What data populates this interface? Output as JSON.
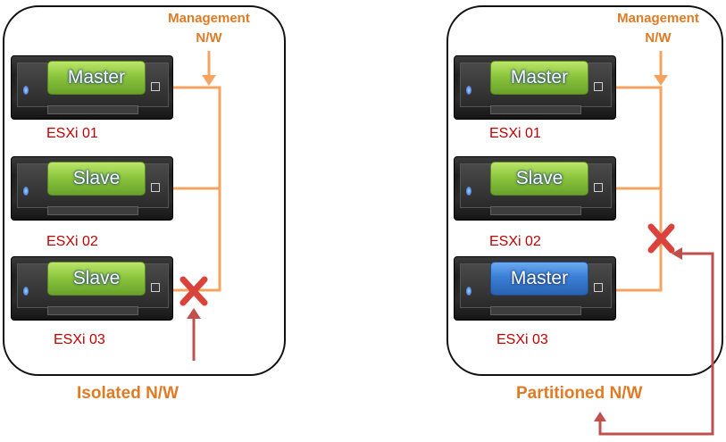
{
  "colors": {
    "network_line": "#f4a460",
    "management_text": "#e07b25",
    "host_label": "#c00000",
    "failure_x": "#d9433b",
    "link_arrow": "#c0504d",
    "slave_box": "#8cc63e",
    "master_isolated_box": "#8cc63e",
    "master_partition_box": "#3b7fd6"
  },
  "isolated": {
    "mgmt_line1": "Management",
    "mgmt_line2": "N/W",
    "caption": "Isolated N/W",
    "hosts": [
      {
        "role": "Master",
        "name": "ESXi 01",
        "color": "green"
      },
      {
        "role": "Slave",
        "name": "ESXi 02",
        "color": "green"
      },
      {
        "role": "Slave",
        "name": "ESXi 03",
        "color": "green"
      }
    ]
  },
  "partitioned": {
    "mgmt_line1": "Management",
    "mgmt_line2": "N/W",
    "caption": "Partitioned N/W",
    "hosts": [
      {
        "role": "Master",
        "name": "ESXi 01",
        "color": "green"
      },
      {
        "role": "Slave",
        "name": "ESXi 02",
        "color": "green"
      },
      {
        "role": "Master",
        "name": "ESXi 03",
        "color": "blue"
      }
    ]
  }
}
